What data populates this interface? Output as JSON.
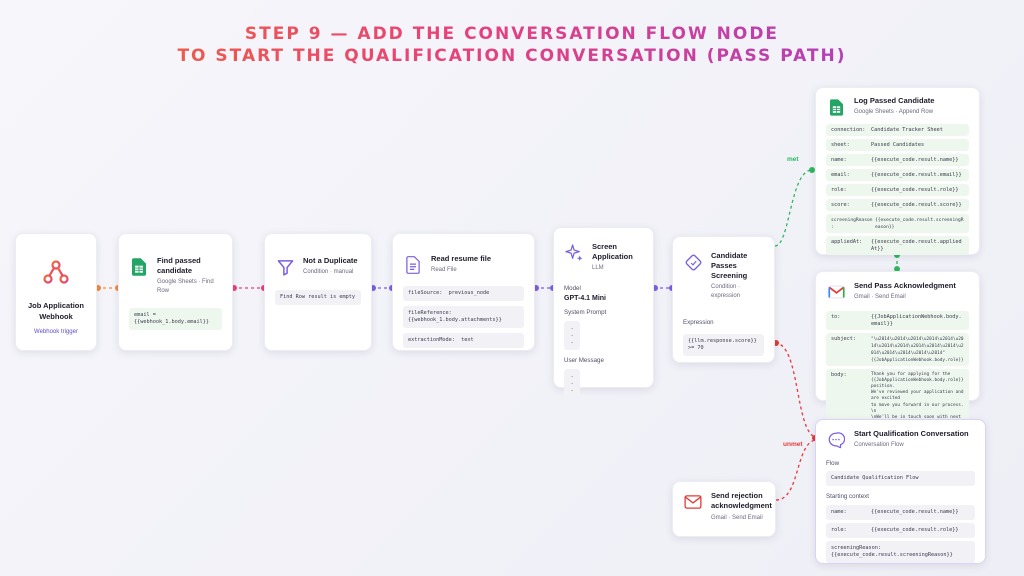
{
  "header": {
    "line1": "STEP 9 — ADD THE CONVERSATION FLOW NODE",
    "line2": "TO START THE QUALIFICATION CONVERSATION (PASS PATH)"
  },
  "nodes": {
    "webhook": {
      "title": "Job Application Webhook",
      "subtitle": "Webhook trigger"
    },
    "find_row": {
      "title": "Find passed candidate",
      "subtitle": "Google Sheets · Find Row",
      "field": "email = {{webhook_1.body.email}}"
    },
    "dedupe": {
      "title": "Not a Duplicate",
      "subtitle": "Condition · manual",
      "field": "Find Row result is empty"
    },
    "read_resume": {
      "title": "Read resume file",
      "subtitle": "Read File",
      "fields": [
        "fileSource:  previous_node",
        "fileReference: {{webhook_1.body.attachments}}",
        "extractionMode:  text"
      ]
    },
    "screen": {
      "title": "Screen Application",
      "subtitle": "LLM",
      "model_label": "Model",
      "model_value": "GPT-4.1 Mini",
      "system_label": "System Prompt",
      "system_value": "...",
      "user_label": "User Message",
      "user_value": "..."
    },
    "condition": {
      "title": "Candidate Passes Screening",
      "subtitle": "Condition · expression",
      "expr_label": "Expression",
      "expr_value": "{{llm.response.score}}\n>= 70"
    },
    "log_passed": {
      "title": "Log Passed Candidate",
      "subtitle": "Google Sheets · Append Row",
      "rows": [
        {
          "k": "connection:",
          "v": "Candidate Tracker Sheet"
        },
        {
          "k": "sheet:",
          "v": "Passed Candidates"
        },
        {
          "k": "name:",
          "v": "{{execute_code.result.name}}"
        },
        {
          "k": "email:",
          "v": "{{execute_code.result.email}}"
        },
        {
          "k": "role:",
          "v": "{{execute_code.result.role}}"
        },
        {
          "k": "score:",
          "v": "{{execute_code.result.score}}"
        },
        {
          "k": "screeningReason:",
          "v": "{{execute_code.result.screeningReason}}"
        },
        {
          "k": "appliedAt:",
          "v": "{{execute_code.result.appliedAt}}"
        }
      ]
    },
    "pass_ack": {
      "title": "Send Pass Acknowledgment",
      "subtitle": "Gmail · Send Email",
      "to_k": "to:",
      "to_v": "{{JobApplicationWebhook.body.email}}",
      "subject_k": "subject:",
      "subject_v": "\"\\u2014\\u2014\\u2014\\u2014\\u2014\\u2014\\u2014\\u2014\\u2014\\u2014\\u2014\\u2014\\u2014\\u2014\\u2014\\u2014\"\n{{JobApplicationWebhook.body.role}}",
      "body_k": "body:",
      "body_v": "Thank you for applying for the\n{{JobApplicationWebhook.body.role}} position.\nWe've reviewed your application and are excited\nto move you forward in our process.\n\\n\n\\nWe'll be in touch soon with next steps."
    },
    "conversation": {
      "title": "Start Qualification Conversation",
      "subtitle": "Conversation Flow",
      "flow_label": "Flow",
      "flow_value": "Candidate Qualification Flow",
      "ctx_label": "Starting context",
      "rows": [
        {
          "k": "name:",
          "v": "{{execute_code.result.name}}"
        },
        {
          "k": "role:",
          "v": "{{execute_code.result.role}}"
        }
      ],
      "reason": "screeningReason:\n{{execute_code.result.screeningReason}}"
    },
    "reject": {
      "title": "Send rejection acknowledgment",
      "subtitle": "Gmail · Send Email"
    }
  },
  "edges": {
    "met_label": "met",
    "unmet_label": "unmet"
  },
  "colors": {
    "orange": "#f28a3c",
    "pink": "#e8417a",
    "purple": "#7b5fe0",
    "green": "#2eb85c",
    "red": "#e53935"
  }
}
